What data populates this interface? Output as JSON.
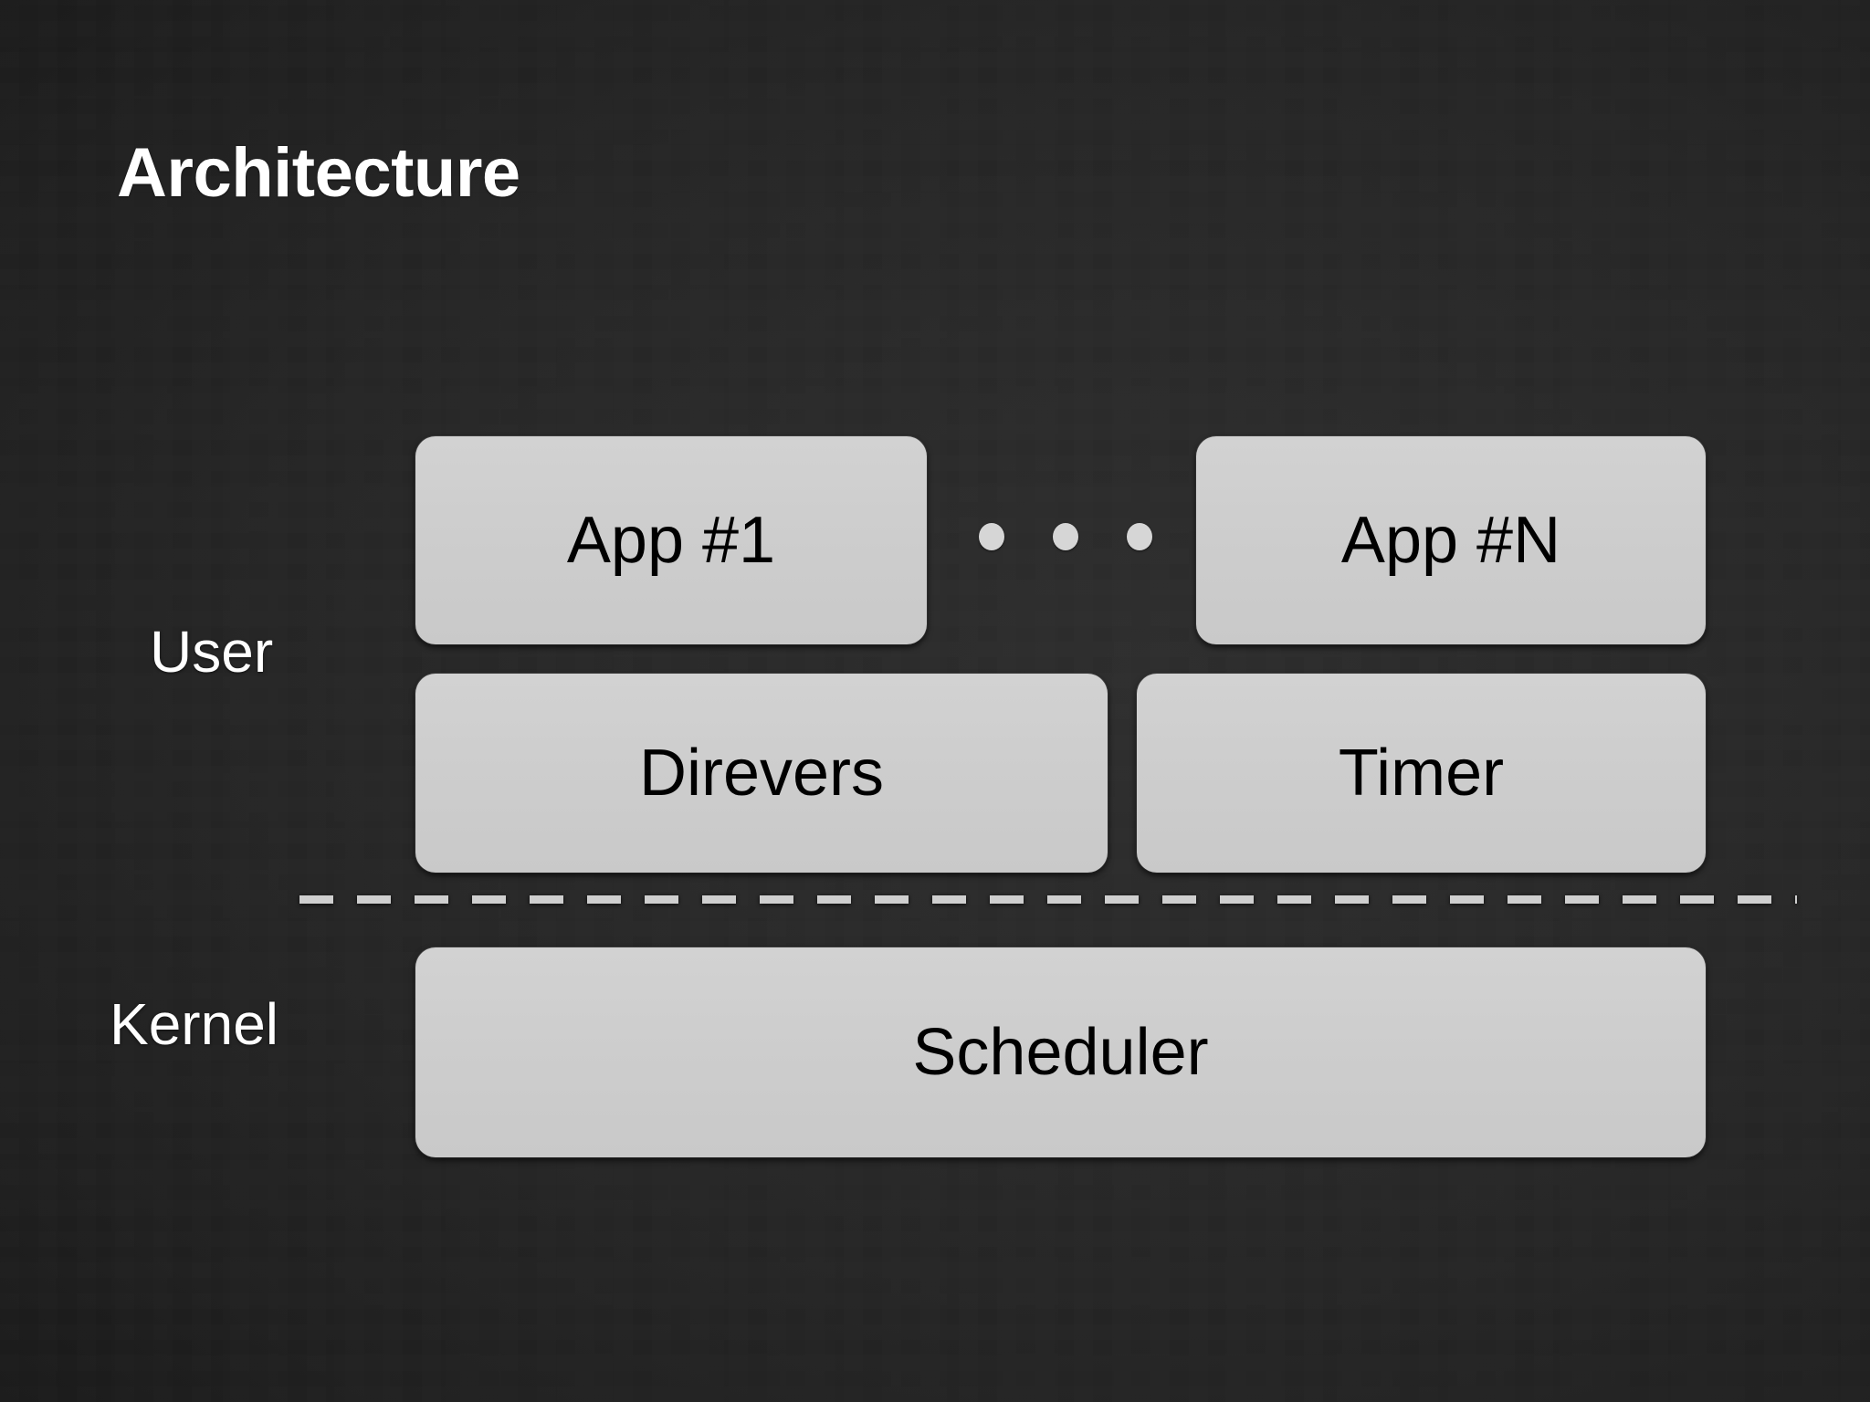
{
  "slide": {
    "title": "Architecture",
    "background_color": "#1f1f1f",
    "box_fill_color": "#cccccc",
    "box_text_color": "#000000",
    "label_text_color": "#ffffff",
    "divider_color": "#cfcfcf"
  },
  "layers": [
    {
      "id": "user",
      "label": "User"
    },
    {
      "id": "kernel",
      "label": "Kernel"
    }
  ],
  "diagram": {
    "user_layer": {
      "row_apps": [
        {
          "name": "app-1",
          "label": "App #1"
        },
        {
          "name": "app-n",
          "label": "App #N"
        }
      ],
      "ellipsis": "...",
      "ellipsis_dot_count": 3,
      "row_services": [
        {
          "name": "drivers",
          "label": "Direvers"
        },
        {
          "name": "timer",
          "label": "Timer"
        }
      ]
    },
    "divider": {
      "style": "dashed",
      "meaning": "user/kernel boundary"
    },
    "kernel_layer": {
      "blocks": [
        {
          "name": "scheduler",
          "label": "Scheduler"
        }
      ]
    }
  }
}
